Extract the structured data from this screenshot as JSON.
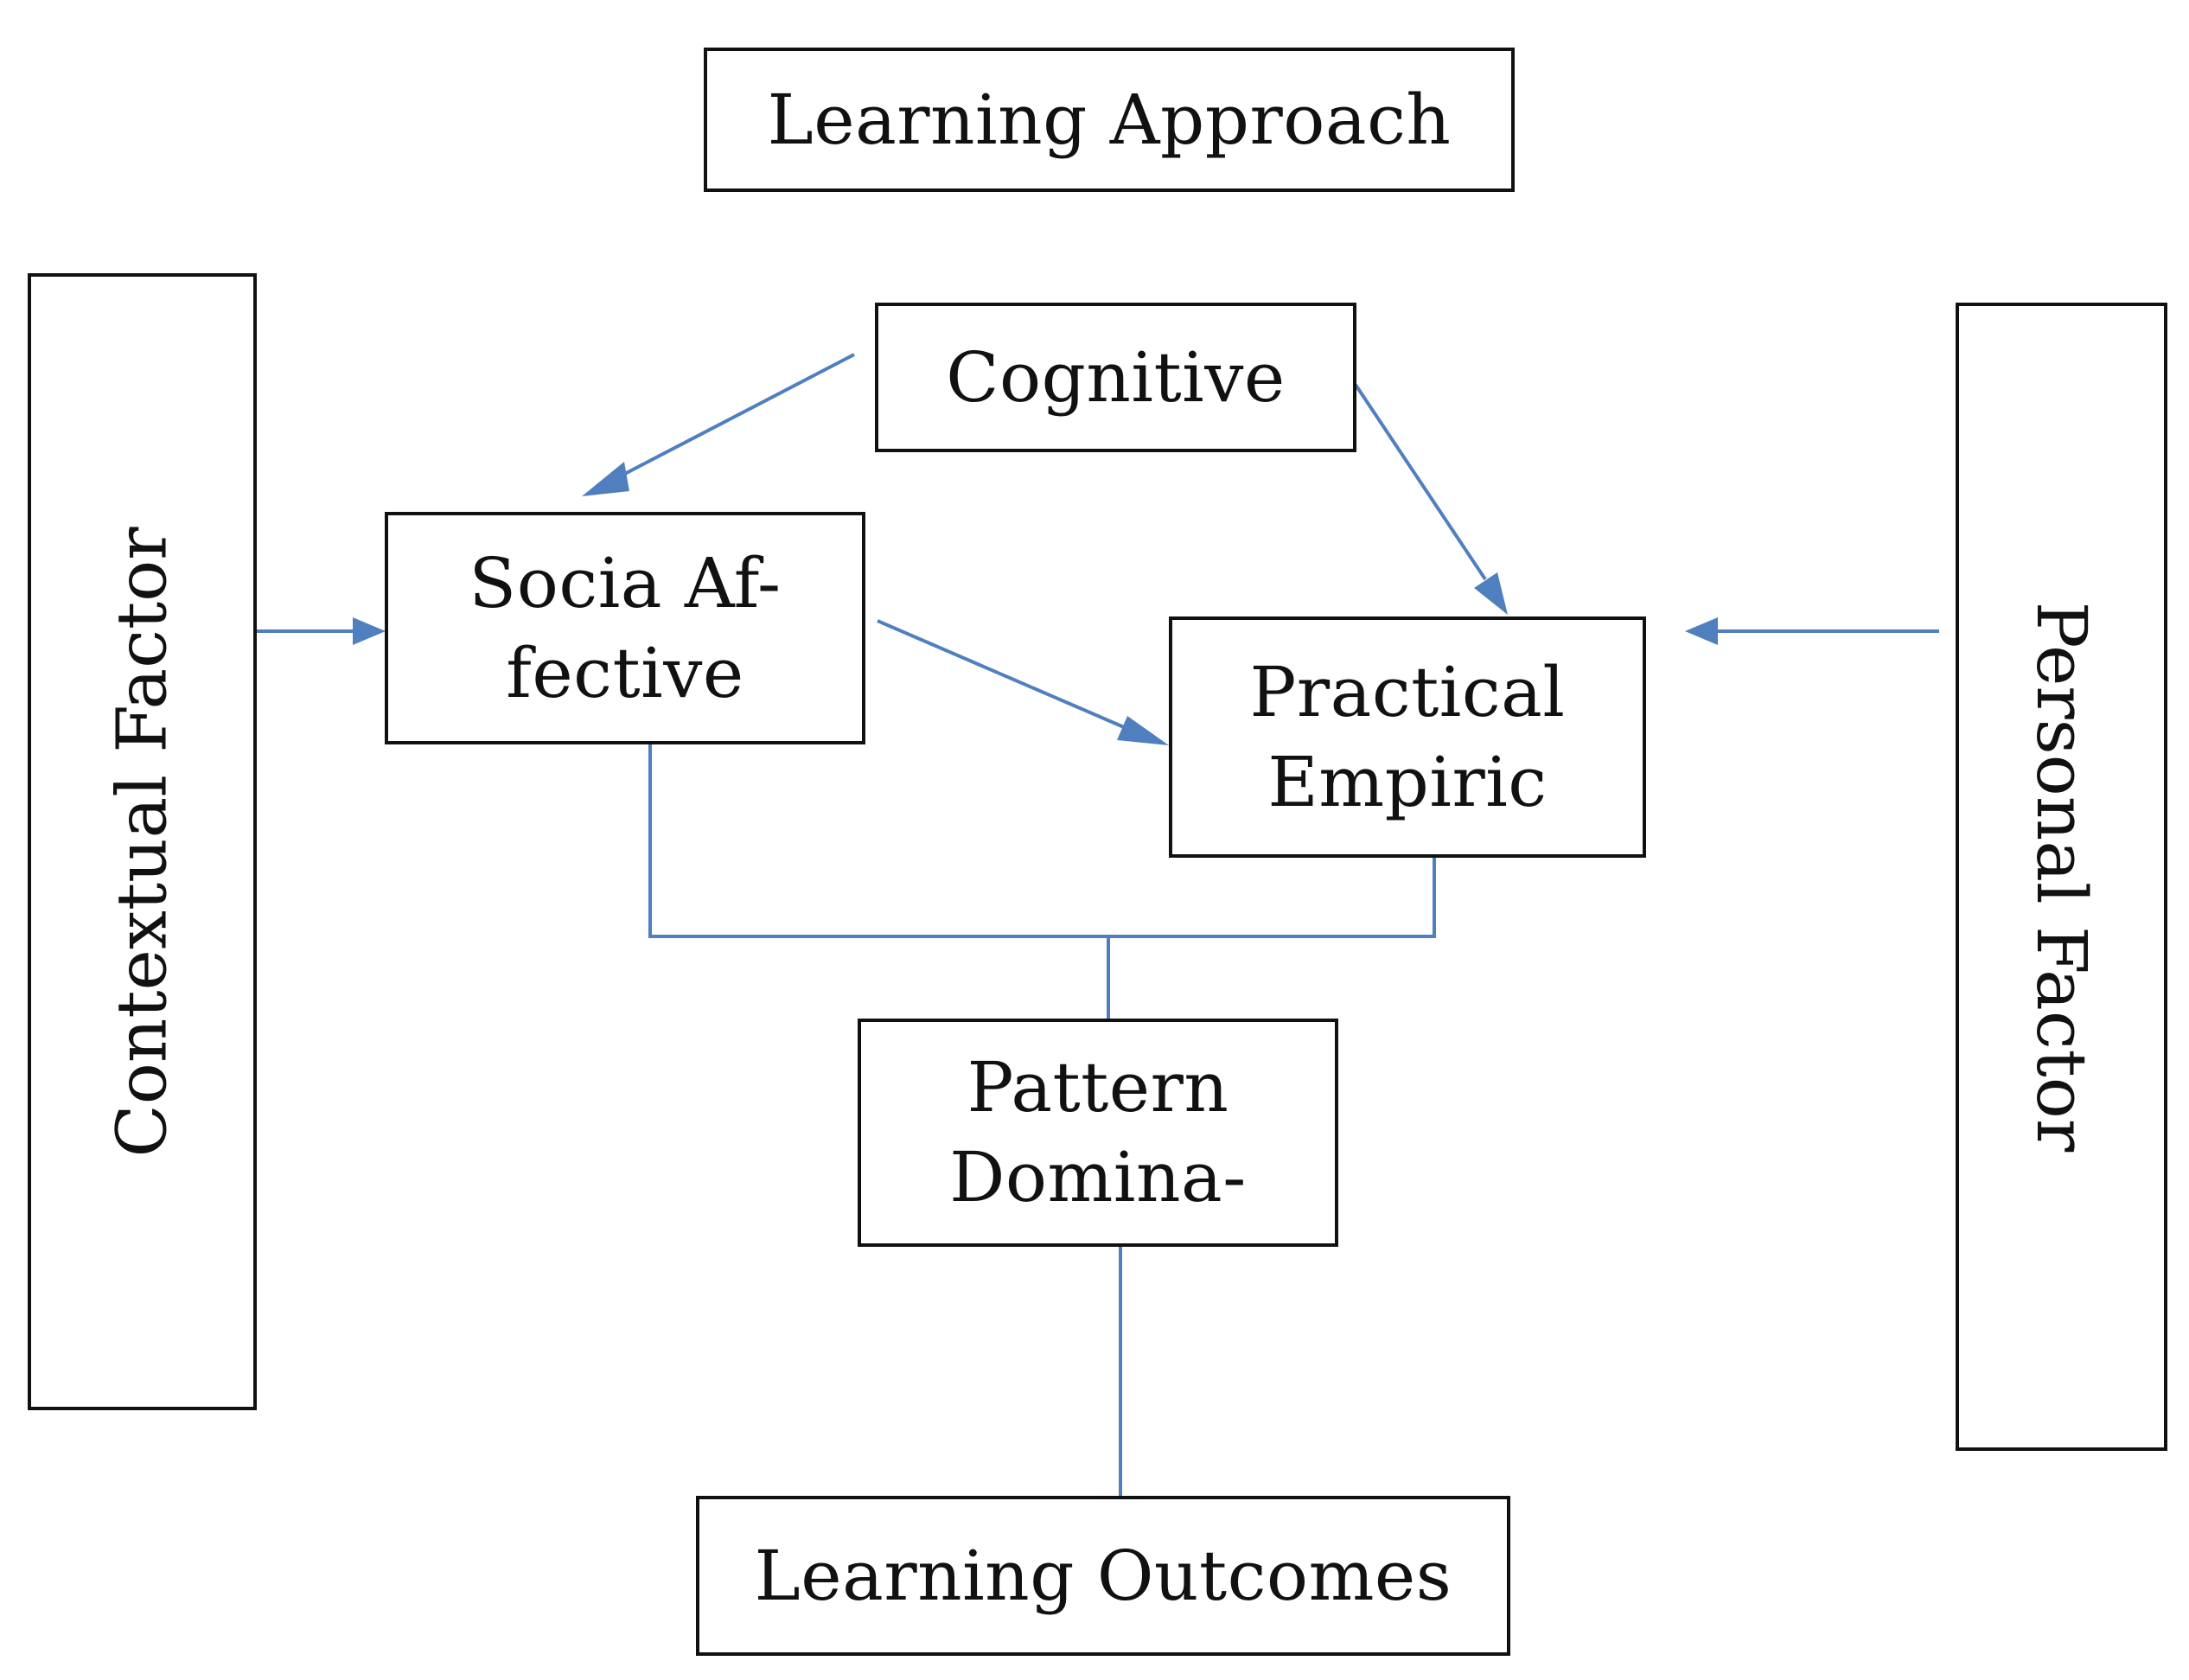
{
  "diagram": {
    "colors": {
      "box_border": "#111111",
      "connector": "#4f7fbf"
    },
    "nodes": {
      "learning_approach": {
        "label": "Learning Approach"
      },
      "contextual_factor": {
        "label": "Contextual Factor"
      },
      "personal_factor": {
        "label": "Personal Factor"
      },
      "cognitive": {
        "label": "Cognitive"
      },
      "socio_affective": {
        "lines": [
          "Socia Af-",
          "fective"
        ]
      },
      "practical_empiric": {
        "lines": [
          "Practical",
          "Empiric"
        ]
      },
      "pattern_domina": {
        "lines": [
          "Pattern",
          "Domina-"
        ]
      },
      "learning_outcomes": {
        "label": "Learning Outcomes"
      }
    },
    "edges": [
      {
        "from": "cognitive",
        "to": "socio_affective",
        "kind": "arrow"
      },
      {
        "from": "cognitive",
        "to": "practical_empiric",
        "kind": "arrow"
      },
      {
        "from": "contextual_factor",
        "to": "socio_affective",
        "kind": "arrow"
      },
      {
        "from": "personal_factor",
        "to": "practical_empiric",
        "kind": "arrow"
      },
      {
        "from": "socio_affective",
        "to": "practical_empiric",
        "kind": "arrow"
      },
      {
        "from": "socio_affective",
        "to": "pattern_domina",
        "kind": "line"
      },
      {
        "from": "practical_empiric",
        "to": "pattern_domina",
        "kind": "line"
      },
      {
        "from": "pattern_domina",
        "to": "learning_outcomes",
        "kind": "line"
      }
    ]
  }
}
